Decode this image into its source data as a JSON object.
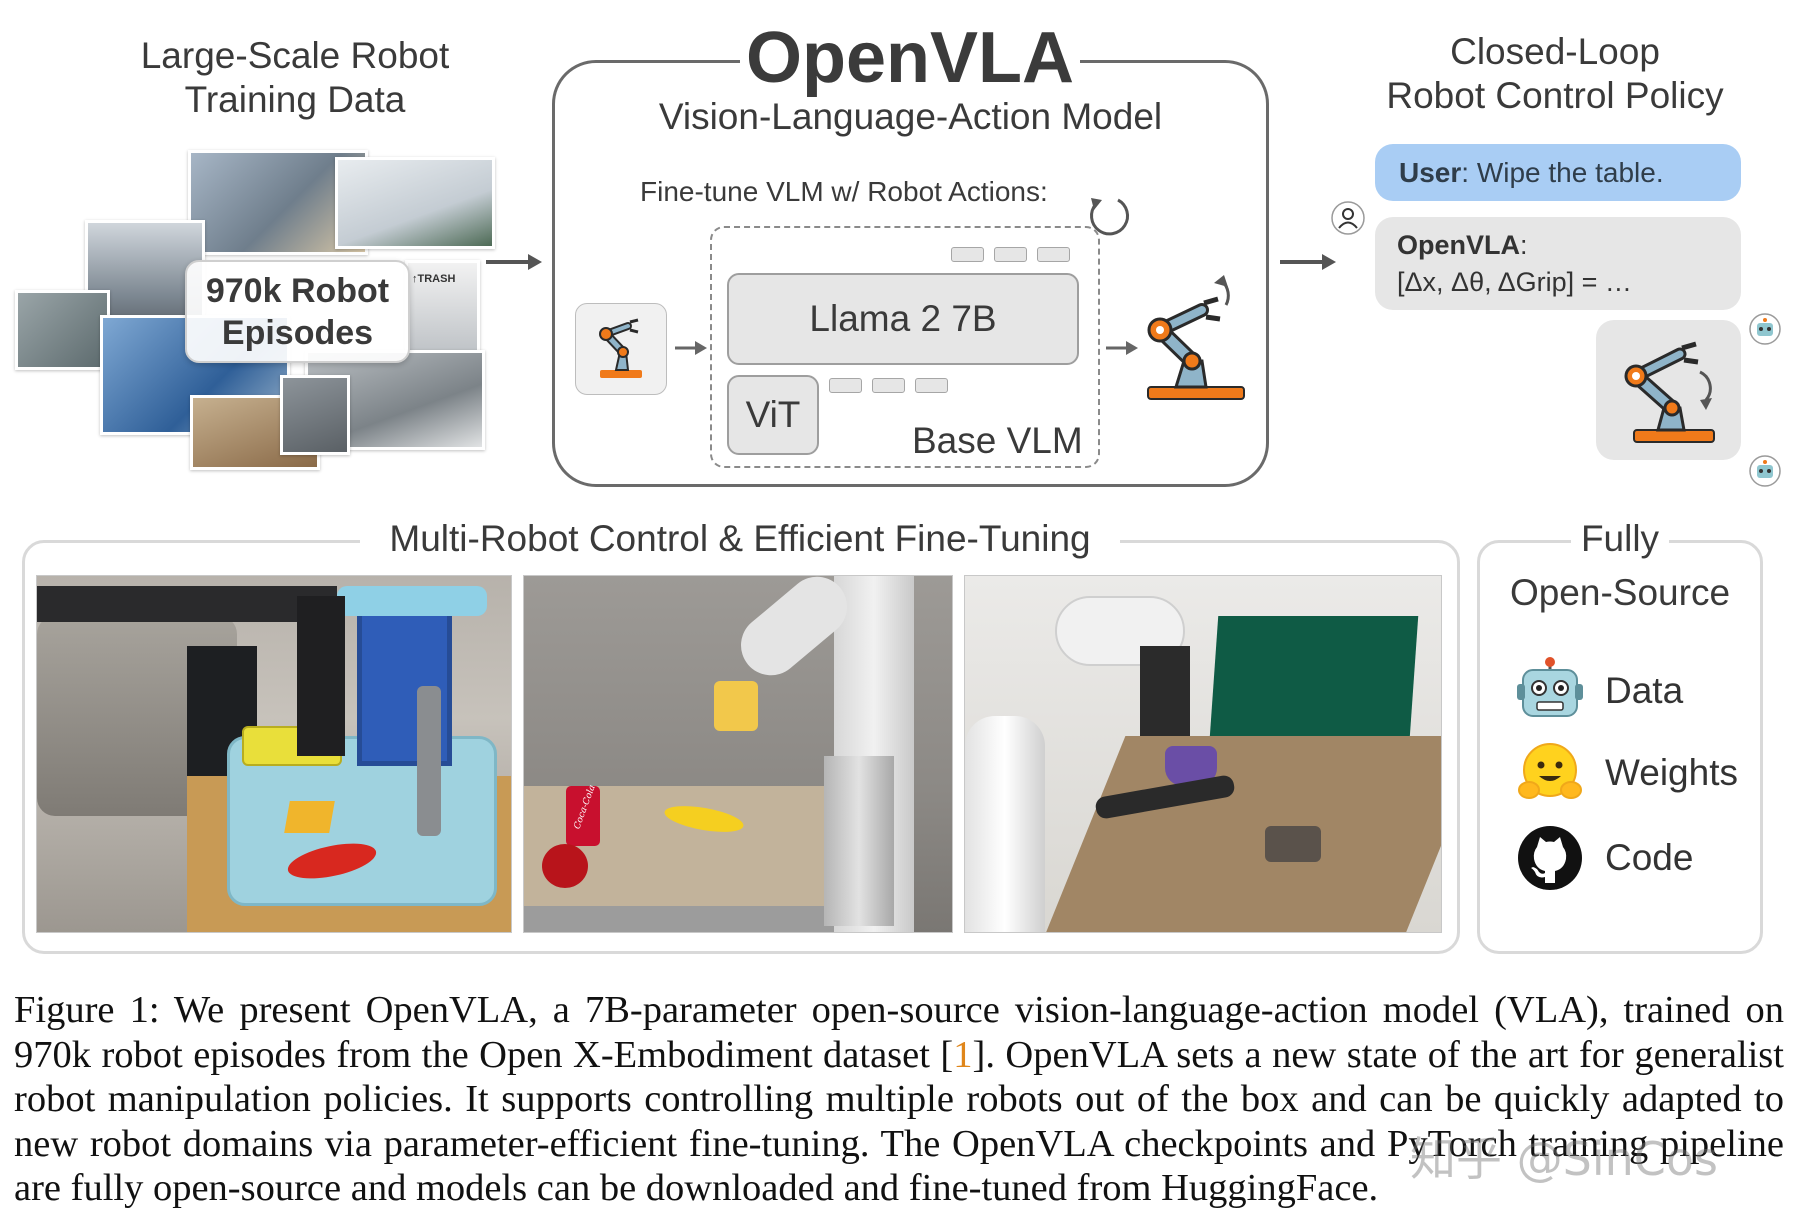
{
  "training_data": {
    "title_line1": "Large-Scale Robot",
    "title_line2": "Training Data",
    "badge_line1": "970k Robot",
    "badge_line2": "Episodes",
    "trash_label": "TRASH"
  },
  "model": {
    "name": "OpenVLA",
    "subtitle": "Vision-Language-Action Model",
    "finetune_label": "Fine-tune VLM w/ Robot Actions:",
    "llm_label": "Llama 2 7B",
    "vision_label": "ViT",
    "base_label": "Base VLM"
  },
  "closed_loop": {
    "title_line1": "Closed-Loop",
    "title_line2": "Robot Control Policy",
    "user_speaker": "User",
    "user_message": ": Wipe the table.",
    "model_speaker": "OpenVLA",
    "model_colon": ":",
    "model_message": "[Δx, Δθ, ΔGrip] = …"
  },
  "multi_robot": {
    "title": "Multi-Robot Control & Efficient Fine-Tuning",
    "scene_label": "Coca-Cola"
  },
  "open_source": {
    "title_line1": "Fully",
    "title_line2": "Open-Source",
    "items": [
      {
        "label": "Data",
        "icon": "robot-face-icon"
      },
      {
        "label": "Weights",
        "icon": "hugging-face-icon"
      },
      {
        "label": "Code",
        "icon": "github-icon"
      }
    ]
  },
  "caption": {
    "part1": "Figure 1: We present OpenVLA, a 7B-parameter open-source vision-language-action model (VLA), trained on 970k robot episodes from the Open X-Embodiment dataset [",
    "ref": "1",
    "part2": "]. OpenVLA sets a new state of the art for generalist robot manipulation policies. It supports controlling multiple robots out of the box and can be quickly adapted to new robot domains via parameter-efficient fine-tuning. The OpenVLA checkpoints and PyTorch training pipeline are fully open-source and models can be downloaded and fine-tuned from HuggingFace."
  },
  "watermark": "知乎 @SinCos",
  "colors": {
    "robot_orange": "#f07a1a",
    "robot_blue": "#8fb4c9",
    "user_bubble": "#a9cdf4",
    "model_bubble": "#e6e6e6",
    "citation": "#e0861a"
  }
}
